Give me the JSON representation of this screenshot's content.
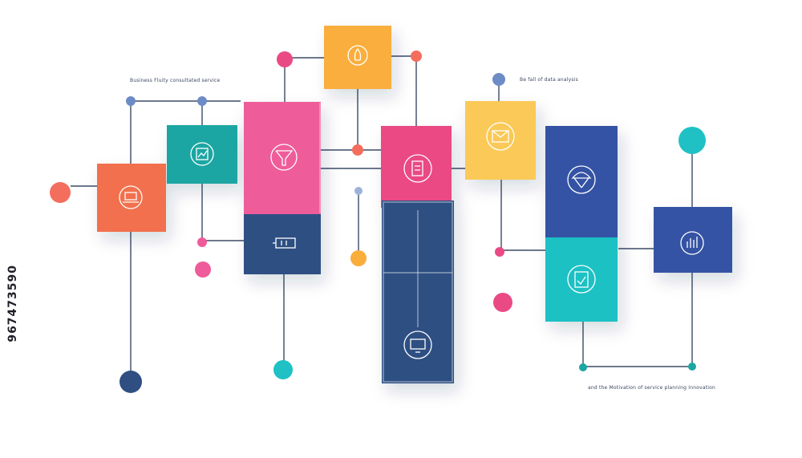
{
  "watermark_id": "967473590",
  "captions": {
    "top_left": "Business Fluity consultated service",
    "top_right": "Be fall of data analysis",
    "bottom_right": "and the Motivation of service planning Innovation"
  },
  "colors": {
    "coral": "#F2704E",
    "orange": "#F9AE3C",
    "pink": "#EF5B9A",
    "magenta": "#EA4A84",
    "teal": "#1BA6A3",
    "cyan": "#1FC1C4",
    "yellow": "#FAC958",
    "navy": "#2F4F82",
    "blue": "#3553A4",
    "line": "#3B4B67",
    "dot_blue": "#6D8BC6",
    "dot_coral": "#F46E5E"
  },
  "icons": {
    "coral_block": "laptop-icon",
    "teal_block": "chart-icon",
    "pink_block": "funnel-icon",
    "navy_block": "battery-icon",
    "orange_block": "rocket-icon",
    "magenta_block": "document-icon",
    "tall_navy_block": "monitor-icon",
    "yellow_block": "mail-icon",
    "blue_block": "parachute-icon",
    "cyan_block": "clipboard-icon",
    "right_block": "bar-chart-icon"
  }
}
